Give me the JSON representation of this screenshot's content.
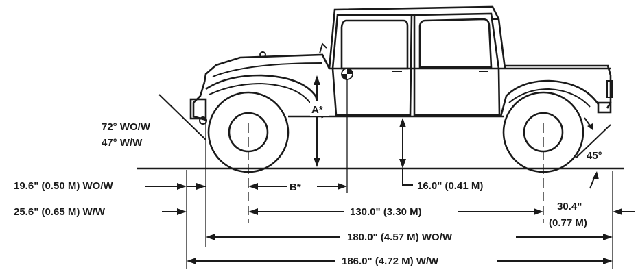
{
  "labels": {
    "approach_angle_wo": "72° WO/W",
    "approach_angle_w": "47° W/W",
    "departure_angle": "45°",
    "dim_a": "A*",
    "dim_b": "B*",
    "ground_clearance": "16.0\" (0.41 M)",
    "front_overhang_wo": "19.6\" (0.50 M) WO/W",
    "front_overhang_w": "25.6\" (0.65 M) W/W",
    "wheelbase": "130.0\" (3.30 M)",
    "rear_overhang_1": "30.4\"",
    "rear_overhang_2": "(0.77 M)",
    "length_wo": "180.0\" (4.57 M) WO/W",
    "length_w": "186.0\" (4.72 M) W/W"
  },
  "colors": {
    "line": "#1a1a1a",
    "background": "#ffffff"
  }
}
